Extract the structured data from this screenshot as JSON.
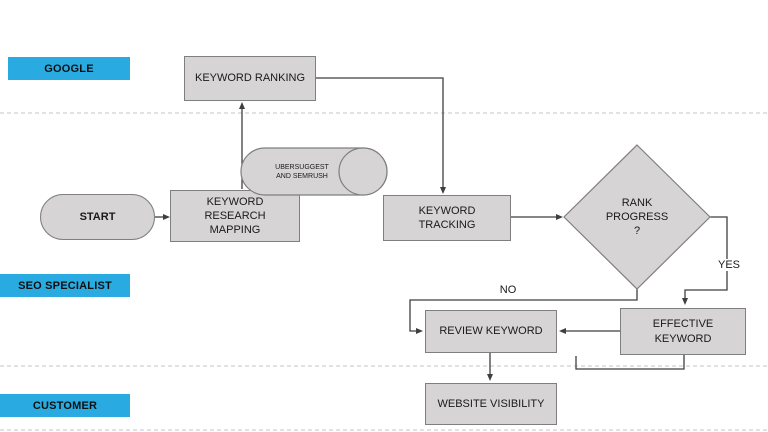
{
  "lanes": [
    {
      "label": "GOOGLE"
    },
    {
      "label": "SEO SPECIALIST"
    },
    {
      "label": "CUSTOMER"
    }
  ],
  "nodes": {
    "start": "START",
    "keyword_ranking": "KEYWORD RANKING",
    "keyword_research_mapping": "KEYWORD RESEARCH MAPPING",
    "ubersuggest": "UBERSUGGEST AND SEMRUSH",
    "keyword_tracking": "KEYWORD TRACKING",
    "rank_progress": "RANK PROGRESS ?",
    "effective_keyword": "EFFECTIVE KEYWORD",
    "review_keyword": "REVIEW KEYWORD",
    "website_visibility": "WEBSITE VISIBILITY"
  },
  "edges": [
    {
      "from": "start",
      "to": "keyword_research_mapping",
      "label": ""
    },
    {
      "from": "keyword_research_mapping",
      "to": "keyword_ranking",
      "label": ""
    },
    {
      "from": "keyword_ranking",
      "to": "keyword_tracking",
      "label": ""
    },
    {
      "from": "keyword_tracking",
      "to": "rank_progress",
      "label": ""
    },
    {
      "from": "rank_progress",
      "to": "review_keyword",
      "label": "NO"
    },
    {
      "from": "rank_progress",
      "to": "effective_keyword",
      "label": "YES"
    },
    {
      "from": "effective_keyword",
      "to": "review_keyword",
      "label": ""
    },
    {
      "from": "review_keyword",
      "to": "website_visibility",
      "label": ""
    }
  ],
  "colors": {
    "lane_label_bg": "#29ABE2",
    "shape_fill": "#D6D4D4",
    "shape_border": "#7F7F7F",
    "connector": "#3F3F3F"
  }
}
